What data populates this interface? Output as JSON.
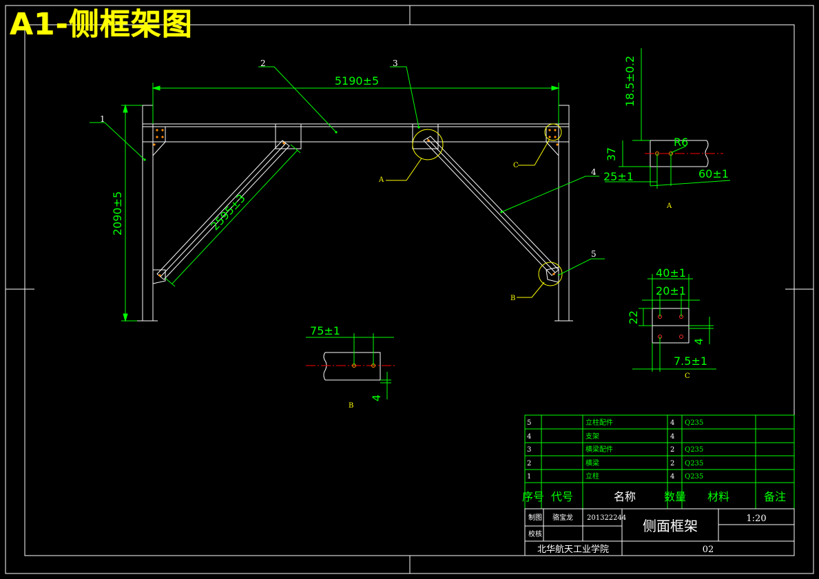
{
  "banner": "A1-侧框架图",
  "dims": {
    "width": "5190±5",
    "height": "2090±5",
    "brace": "2595±3",
    "a_top": "18.5±0.2",
    "a_37": "37",
    "a_r6": "R6",
    "a_25": "25±1",
    "a_60": "60±1",
    "c_40": "40±1",
    "c_20": "20±1",
    "c_22": "22",
    "c_4": "4",
    "c_75": "7.5±1",
    "b_75": "75±1",
    "b_4": "4"
  },
  "labels": {
    "p1": "1",
    "p2": "2",
    "p3": "3",
    "p4": "4",
    "p5": "5",
    "detail_a": "A",
    "detail_b": "B",
    "detail_c": "C",
    "view_a": "A",
    "view_b": "B",
    "view_c": "C"
  },
  "parts_table": {
    "rows": [
      {
        "no": "5",
        "code": "",
        "name": "立柱配件",
        "qty": "4",
        "material": "Q235",
        "note": ""
      },
      {
        "no": "4",
        "code": "",
        "name": "支架",
        "qty": "4",
        "material": "",
        "note": ""
      },
      {
        "no": "3",
        "code": "",
        "name": "横梁配件",
        "qty": "2",
        "material": "Q235",
        "note": ""
      },
      {
        "no": "2",
        "code": "",
        "name": "横梁",
        "qty": "2",
        "material": "Q235",
        "note": ""
      },
      {
        "no": "1",
        "code": "",
        "name": "立柱",
        "qty": "4",
        "material": "Q235",
        "note": ""
      }
    ],
    "header": {
      "no": "序号",
      "code": "代号",
      "name": "名称",
      "qty": "数量",
      "material": "材料",
      "note": "备注"
    }
  },
  "title_block": {
    "drawn_label": "制图",
    "drawn_by": "骆宝龙",
    "student_id": "201322244",
    "check_label": "校核",
    "drawing_title": "侧面框架",
    "scale": "1:20",
    "school": "北华航天工业学院",
    "sheet": "02"
  },
  "colors": {
    "background": "#000000",
    "outline": "#ffffff",
    "dimension": "#00ff00",
    "annotation": "#ffff00",
    "centerline": "#ff0000"
  }
}
